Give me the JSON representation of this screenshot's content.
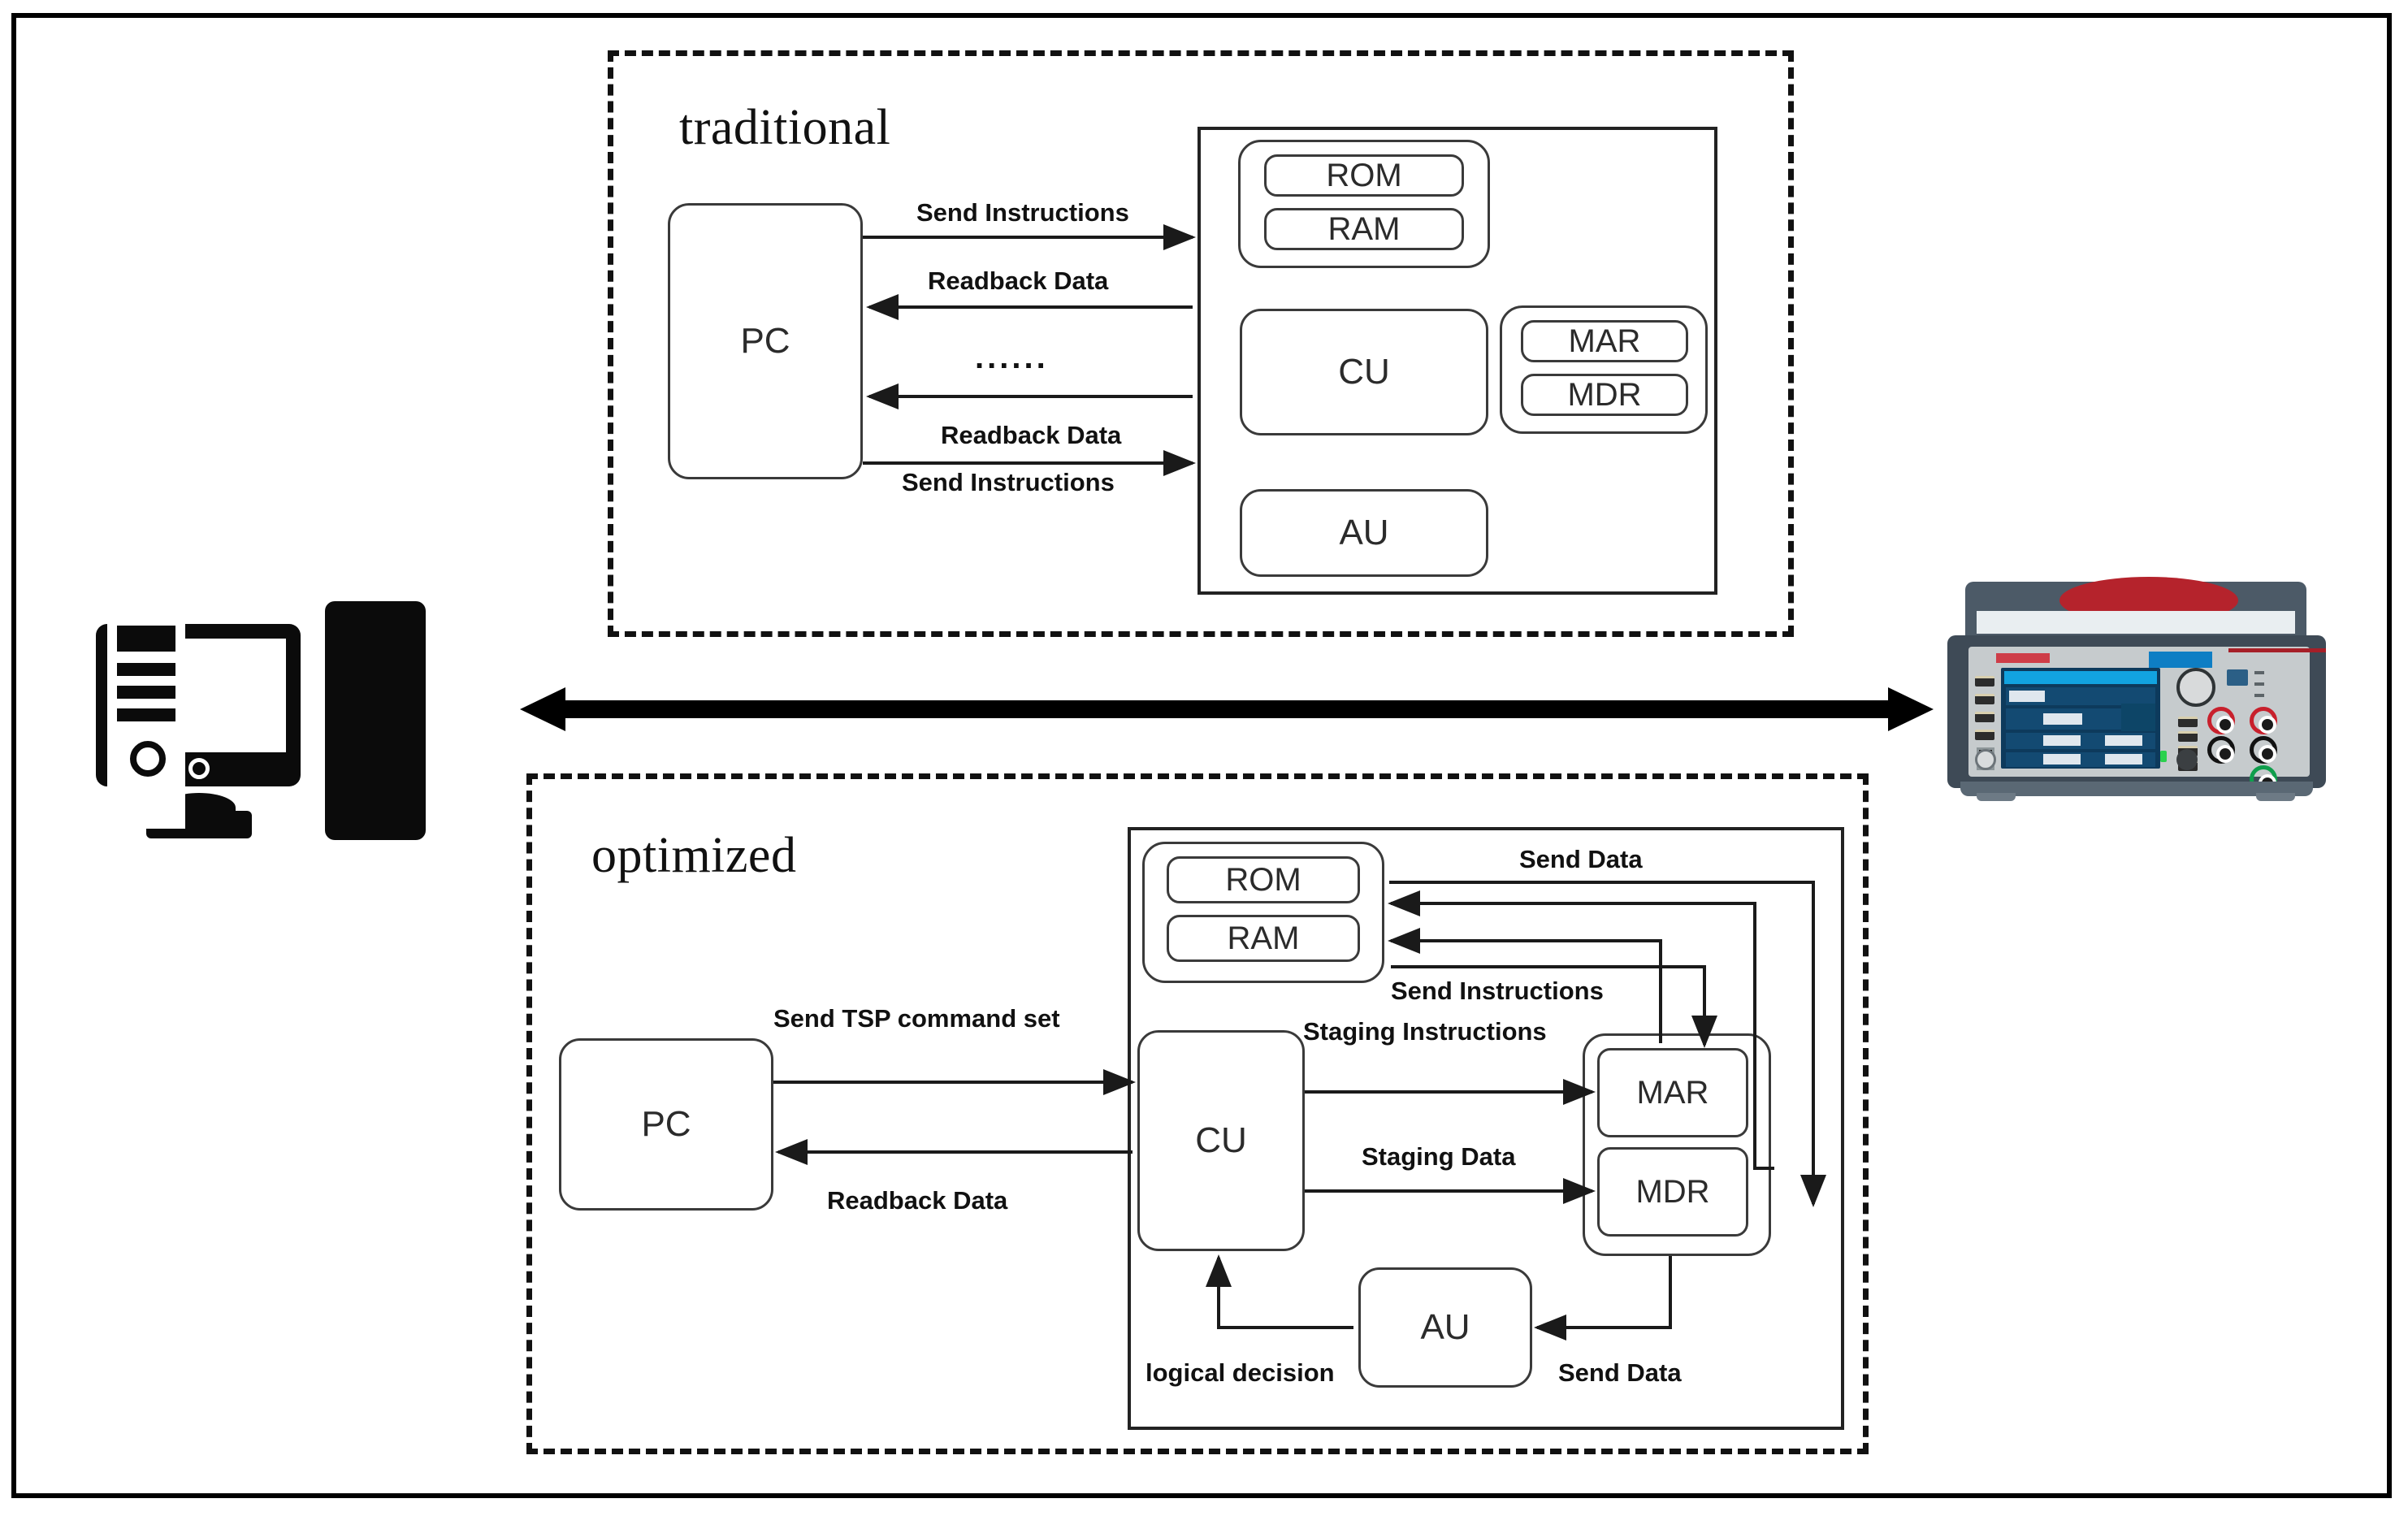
{
  "figure": {
    "panels": [
      {
        "id": "traditional",
        "title": "traditional",
        "host": {
          "label": "PC"
        },
        "cpu": {
          "memory_group": [
            "ROM",
            "RAM"
          ],
          "control_unit": "CU",
          "register_group": [
            "MAR",
            "MDR"
          ],
          "arithmetic_unit": "AU"
        },
        "connectors": [
          {
            "label": "Send Instructions",
            "direction": "pc-to-cpu"
          },
          {
            "label": "Readback Data",
            "direction": "cpu-to-pc"
          },
          {
            "label": "......",
            "direction": "repeat"
          },
          {
            "label": "Readback Data",
            "direction": "cpu-to-pc"
          },
          {
            "label": "Send Instructions",
            "direction": "pc-to-cpu"
          }
        ]
      },
      {
        "id": "optimized",
        "title": "optimized",
        "host": {
          "label": "PC"
        },
        "cpu": {
          "memory_group": [
            "ROM",
            "RAM"
          ],
          "control_unit": "CU",
          "register_group": [
            "MAR",
            "MDR"
          ],
          "arithmetic_unit": "AU"
        },
        "connectors": [
          {
            "label": "Send TSP command set",
            "direction": "pc-to-cu"
          },
          {
            "label": "Readback Data",
            "direction": "cu-to-pc"
          },
          {
            "label": "Send Data",
            "direction": "rom-to-mdr"
          },
          {
            "label": "Send Instructions",
            "direction": "mar-to-ram"
          },
          {
            "label": "Staging Instructions",
            "direction": "cu-to-mar"
          },
          {
            "label": "Staging Data",
            "direction": "cu-to-mdr"
          },
          {
            "label": "logical decision",
            "direction": "au-to-cu"
          },
          {
            "label": "Send Data",
            "direction": "mdr-to-au"
          }
        ]
      }
    ],
    "link": {
      "name": "bidirectional-link",
      "direction": "both"
    },
    "endpoints": {
      "left": {
        "name": "desktop-computer-icon"
      },
      "right": {
        "name": "source-measure-instrument"
      }
    }
  },
  "colors": {
    "ink": "#111111",
    "box_stroke": "#3a3a3a",
    "frame": "#000000",
    "instrument_case": "#3e4a56",
    "instrument_panel": "#c6cbcd",
    "instrument_accent_red": "#b5232c",
    "instrument_accent_blue": "#12a3e0",
    "terminal_red": "#c8202c",
    "terminal_green": "#0f9e4c",
    "terminal_black": "#111111"
  }
}
